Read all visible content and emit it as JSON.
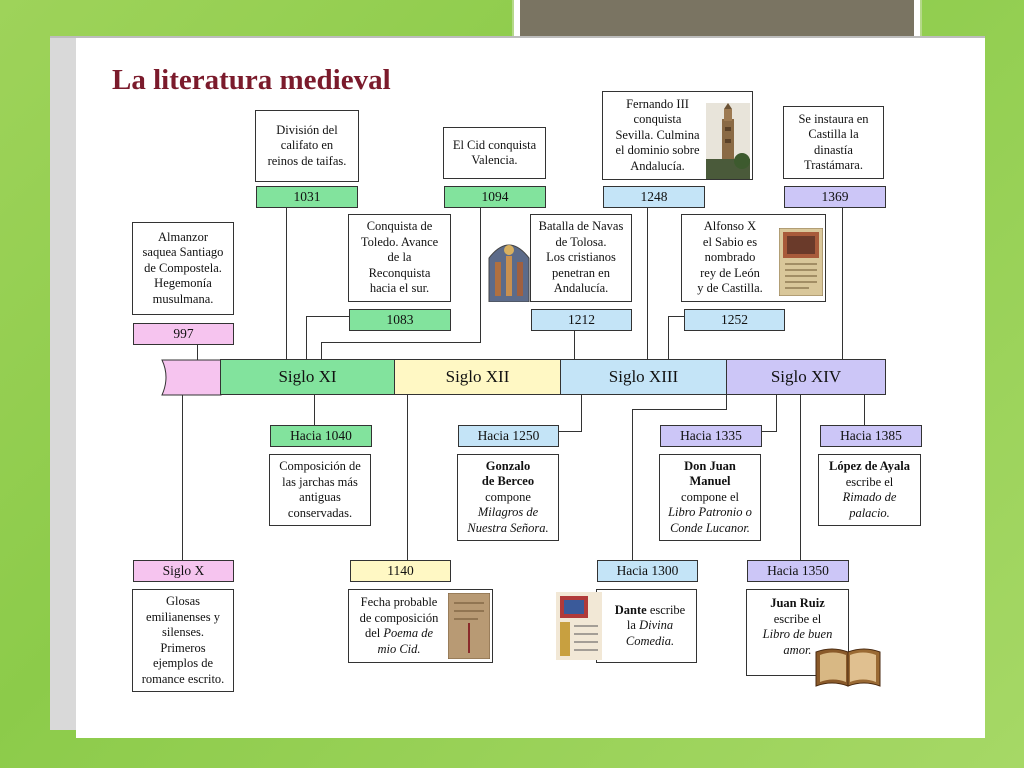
{
  "title": "La literatura medieval",
  "centuries": [
    "Siglo XI",
    "Siglo XII",
    "Siglo XIII",
    "Siglo XIV"
  ],
  "above": {
    "y1031": {
      "label": "1031",
      "text": [
        "División del",
        "califato en",
        "reinos de taifas."
      ]
    },
    "y1094": {
      "label": "1094",
      "text": [
        "El Cid conquista",
        "Valencia."
      ]
    },
    "y1248": {
      "label": "1248",
      "text": [
        "Fernando III",
        "conquista",
        "Sevilla. Culmina",
        "el dominio sobre",
        "Andalucía."
      ]
    },
    "y1369": {
      "label": "1369",
      "text": [
        "Se instaura en",
        "Castilla la",
        "dinastía",
        "Trastámara."
      ]
    },
    "y997": {
      "label": "997",
      "text": [
        "Almanzor",
        "saquea Santiago",
        "de Compostela.",
        "Hegemonía",
        "musulmana."
      ]
    },
    "y1083": {
      "label": "1083",
      "text": [
        "Conquista de",
        "Toledo. Avance",
        "de la",
        "Reconquista",
        "hacia el sur."
      ]
    },
    "y1212": {
      "label": "1212",
      "text": [
        "Batalla de Navas",
        "de Tolosa.",
        "Los cristianos",
        "penetran en",
        "Andalucía."
      ]
    },
    "y1252": {
      "label": "1252",
      "text": [
        "Alfonso X",
        "el Sabio es",
        "nombrado",
        "rey de León",
        "y de Castilla."
      ]
    }
  },
  "below": {
    "h1040": {
      "label": "Hacia 1040",
      "text": [
        "Composición de",
        "las jarchas más",
        "antiguas",
        "conservadas."
      ]
    },
    "h1250": {
      "label": "Hacia 1250",
      "bold": [
        "Gonzalo",
        "de Berceo"
      ],
      "text": [
        "compone"
      ],
      "italic": [
        "Milagros de",
        "Nuestra Señora."
      ]
    },
    "h1335": {
      "label": "Hacia 1335",
      "bold": [
        "Don Juan",
        "Manuel"
      ],
      "text": [
        "compone el"
      ],
      "italic": [
        "Libro Patronio o",
        "Conde Lucanor."
      ]
    },
    "h1385": {
      "label": "Hacia 1385",
      "bold": [
        "López de Ayala"
      ],
      "text": [
        "escribe el"
      ],
      "italic": [
        "Rimado de",
        "palacio."
      ]
    },
    "sx": {
      "label": "Siglo X",
      "text": [
        "Glosas",
        "emilianenses y",
        "silenses.",
        "Primeros",
        "ejemplos de",
        "romance escrito."
      ]
    },
    "y1140": {
      "label": "1140",
      "text": [
        "Fecha probable",
        "de composición",
        "del"
      ],
      "italic": [
        "Poema de",
        "mio Cid."
      ]
    },
    "h1300": {
      "label": "Hacia 1300",
      "bold": [
        "Dante"
      ],
      "text": [
        "escribe",
        "la"
      ],
      "italic": [
        "Divina",
        "Comedia."
      ]
    },
    "h1350": {
      "label": "Hacia 1350",
      "bold": [
        "Juan Ruiz"
      ],
      "text": [
        "escribe el"
      ],
      "italic": [
        "Libro de buen",
        "amor."
      ]
    }
  },
  "colors": {
    "title": "#7b1b2c",
    "green": "#82e39d",
    "blue": "#c4e4f7",
    "purple": "#ccc6f7",
    "pink": "#f6c4ef",
    "yellow": "#fff8c4"
  }
}
